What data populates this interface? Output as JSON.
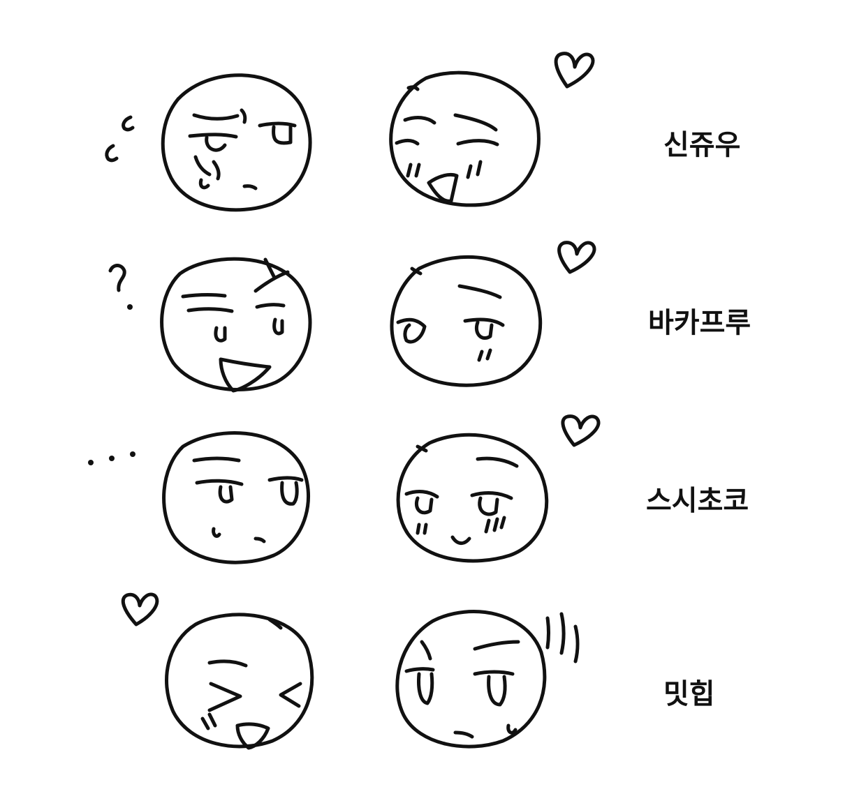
{
  "rows": [
    {
      "label": "신쥬우",
      "left_face": {
        "expression": "annoyed-crying",
        "symbol": "mumble-marks"
      },
      "right_face": {
        "expression": "flustered-blushing",
        "symbol": "heart"
      }
    },
    {
      "label": "바카프루",
      "left_face": {
        "expression": "smug-open-mouth",
        "symbol": "question-mark"
      },
      "right_face": {
        "expression": "blushing-calm",
        "symbol": "heart"
      }
    },
    {
      "label": "스시초코",
      "left_face": {
        "expression": "deadpan-sweat",
        "symbol": "ellipsis"
      },
      "right_face": {
        "expression": "shy-smile-blushing",
        "symbol": "heart"
      }
    },
    {
      "label": "밋힙",
      "left_face": {
        "expression": "squinting-laugh",
        "symbol": "heart"
      },
      "right_face": {
        "expression": "shocked-sweat",
        "symbol": "shock-lines"
      }
    }
  ],
  "colors": {
    "ink": "#111111",
    "background": "#ffffff"
  }
}
